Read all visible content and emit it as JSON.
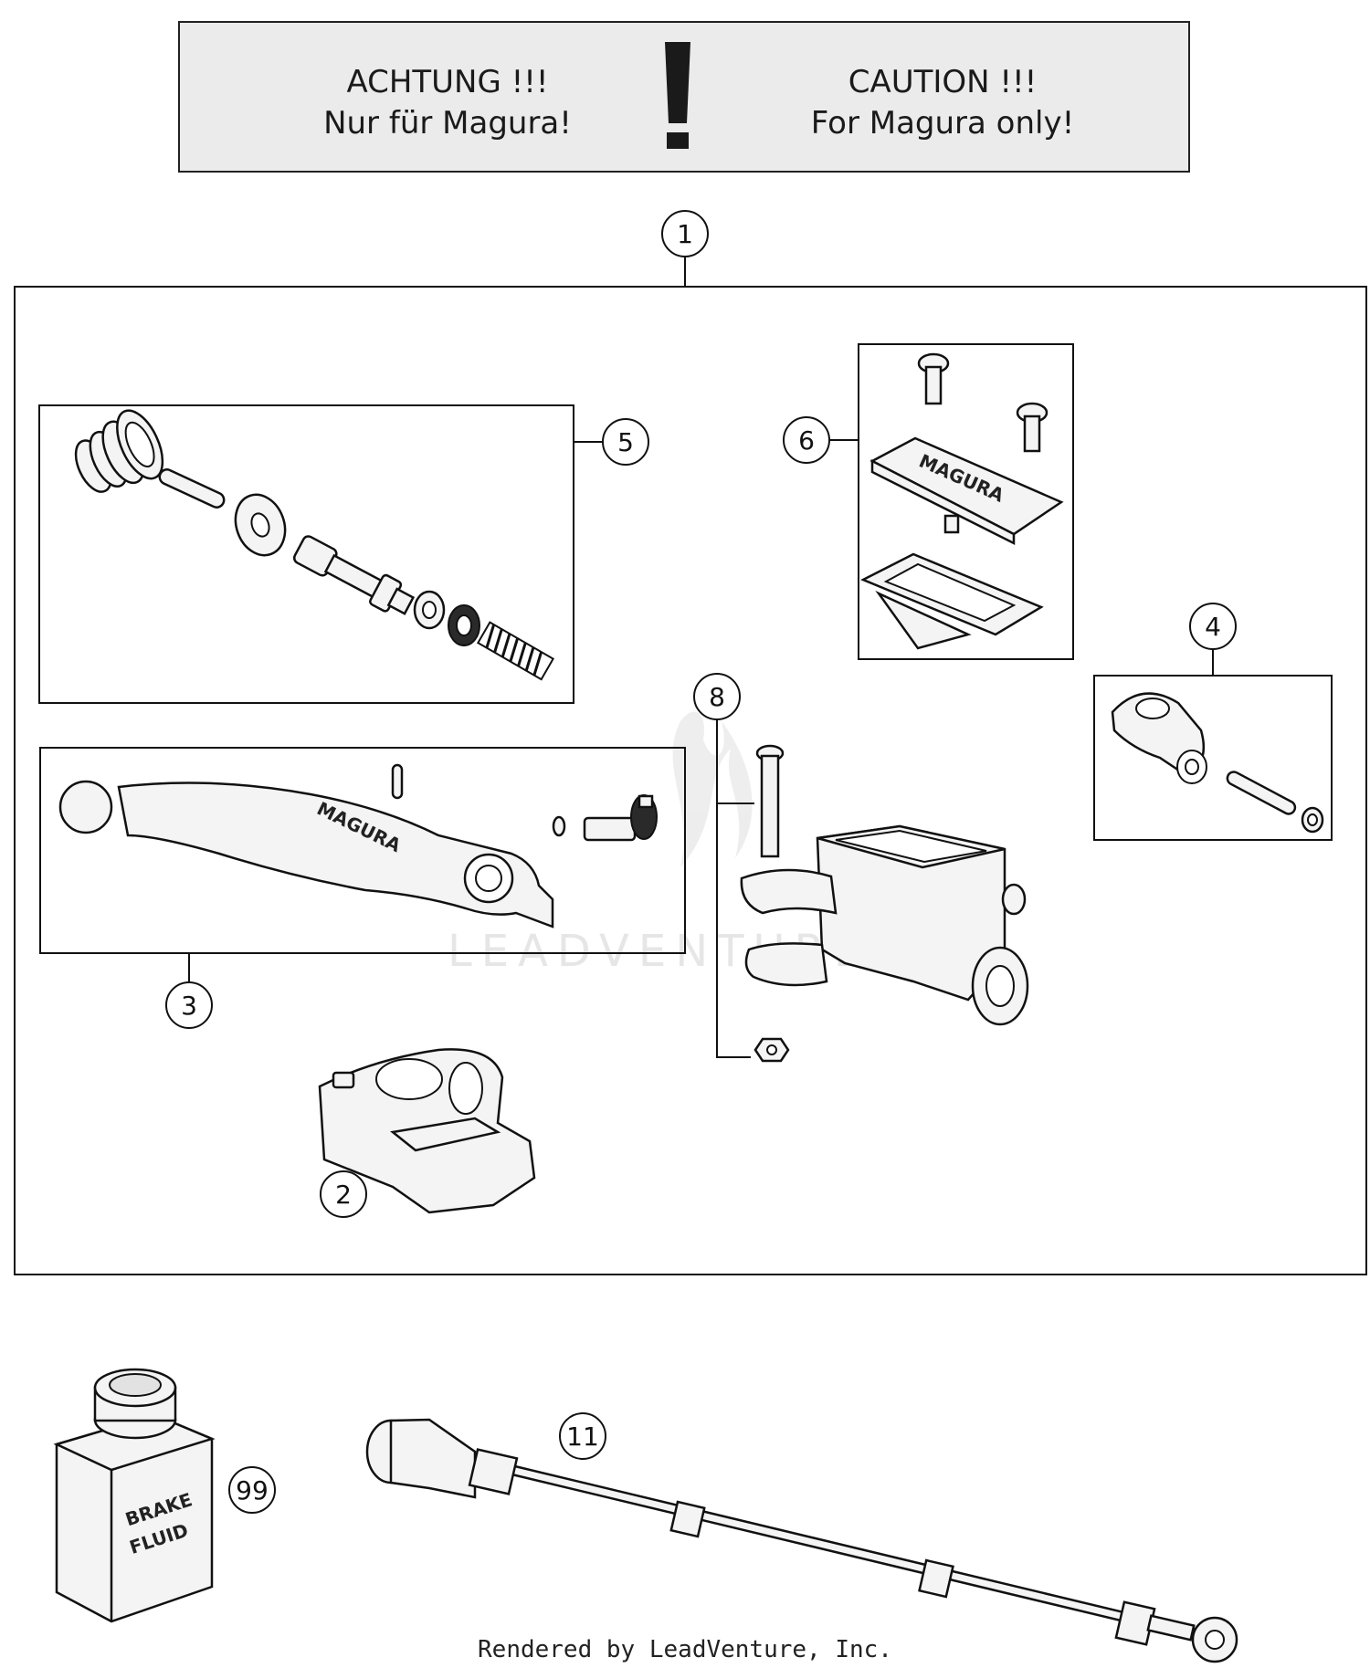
{
  "banner": {
    "left_line1": "ACHTUNG !!!",
    "left_line2": "Nur für Magura!",
    "symbol": "!",
    "right_line1": "CAUTION !!!",
    "right_line2": "For Magura only!"
  },
  "callouts": {
    "c1": "1",
    "c2": "2",
    "c3": "3",
    "c4": "4",
    "c5": "5",
    "c6": "6",
    "c8": "8",
    "c11": "11",
    "c99": "99"
  },
  "part_labels": {
    "lever_brand": "MAGURA",
    "fluid_line1": "BRAKE",
    "fluid_line2": "FLUID"
  },
  "watermark": "LEADVENTURE",
  "footer": "Rendered by LeadVenture, Inc."
}
